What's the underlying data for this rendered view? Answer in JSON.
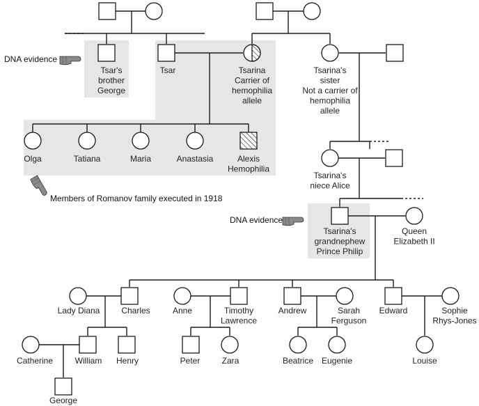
{
  "colors": {
    "shaded_region": "#e6e6e6",
    "line": "#1a1a1a",
    "hand": "#8a8a8a"
  },
  "icons": [
    "pointing-hand-icon"
  ],
  "notes": {
    "dna_evidence_left": "DNA evidence",
    "dna_evidence_right": "DNA evidence",
    "romanov_executed": "Members of Romanov family executed in 1918"
  },
  "people": {
    "tsars_brother": [
      "Tsar's",
      "brother",
      "George"
    ],
    "tsar": [
      "Tsar"
    ],
    "tsarina": [
      "Tsarina",
      "Carrier of",
      "hemophilia",
      "allele"
    ],
    "tsarinas_sister": [
      "Tsarina's",
      "sister",
      "Not a carrier of",
      "hemophilia",
      "allele"
    ],
    "olga": [
      "Olga"
    ],
    "tatiana": [
      "Tatiana"
    ],
    "maria": [
      "Maria"
    ],
    "anastasia": [
      "Anastasia"
    ],
    "alexis": [
      "Alexis",
      "Hemophilia"
    ],
    "niece_alice": [
      "Tsarina's",
      "niece Alice"
    ],
    "prince_philip": [
      "Tsarina's",
      "grandnephew",
      "Prince Philip"
    ],
    "queen_elizabeth": [
      "Queen",
      "Elizabeth II"
    ],
    "lady_diana": [
      "Lady Diana"
    ],
    "charles": [
      "Charles"
    ],
    "anne": [
      "Anne"
    ],
    "timothy_lawrence": [
      "Timothy",
      "Lawrence"
    ],
    "andrew": [
      "Andrew"
    ],
    "sarah_ferguson": [
      "Sarah",
      "Ferguson"
    ],
    "edward": [
      "Edward"
    ],
    "sophie": [
      "Sophie",
      "Rhys-Jones"
    ],
    "catherine": [
      "Catherine"
    ],
    "william": [
      "William"
    ],
    "henry": [
      "Henry"
    ],
    "peter": [
      "Peter"
    ],
    "zara": [
      "Zara"
    ],
    "beatrice": [
      "Beatrice"
    ],
    "eugenie": [
      "Eugenie"
    ],
    "louise": [
      "Louise"
    ],
    "george": [
      "George"
    ]
  }
}
